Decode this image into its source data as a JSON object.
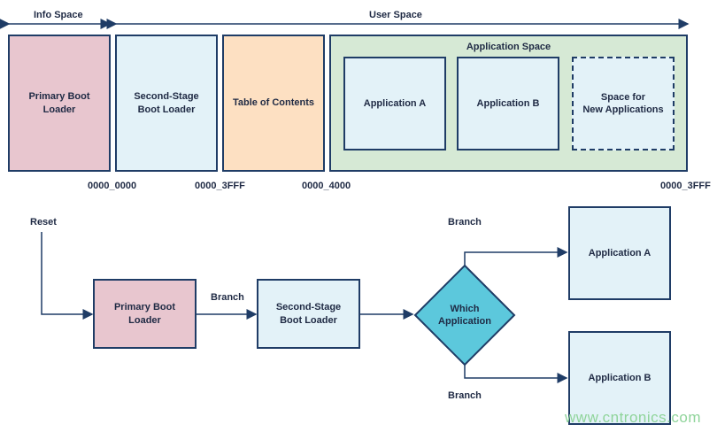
{
  "memory_map": {
    "info_space_label": "Info Space",
    "user_space_label": "User Space",
    "blocks": [
      {
        "label": "Primary Boot\nLoader",
        "color": "#e8c6cf"
      },
      {
        "label": "Second-Stage\nBoot Loader",
        "color": "#e3f2f8"
      },
      {
        "label": "Table of Contents",
        "color": "#fde0c2"
      },
      {
        "label": "Application Space",
        "color": "#d6e9d5"
      }
    ],
    "app_space_items": [
      {
        "label": "Application A",
        "color": "#e3f2f8"
      },
      {
        "label": "Application B",
        "color": "#e3f2f8"
      },
      {
        "label": "Space for\nNew Applications",
        "color": "#e3f2f8",
        "dashed": true
      }
    ],
    "addresses": [
      "0000_0000",
      "0000_3FFF",
      "0000_4000",
      "0000_3FFF"
    ]
  },
  "flow": {
    "reset_label": "Reset",
    "primary_loader": "Primary Boot\nLoader",
    "branch_label_1": "Branch",
    "second_stage": "Second-Stage\nBoot Loader",
    "decision": "Which\nApplication",
    "branch_label_top": "Branch",
    "branch_label_bottom": "Branch",
    "app_a": "Application A",
    "app_b": "Application B"
  },
  "watermark": "www.cntronics.com",
  "colors": {
    "stroke": "#1f3c66",
    "decision_fill": "#5cc8dc",
    "primary_fill": "#e8c6cf",
    "light_blue": "#e3f2f8"
  }
}
